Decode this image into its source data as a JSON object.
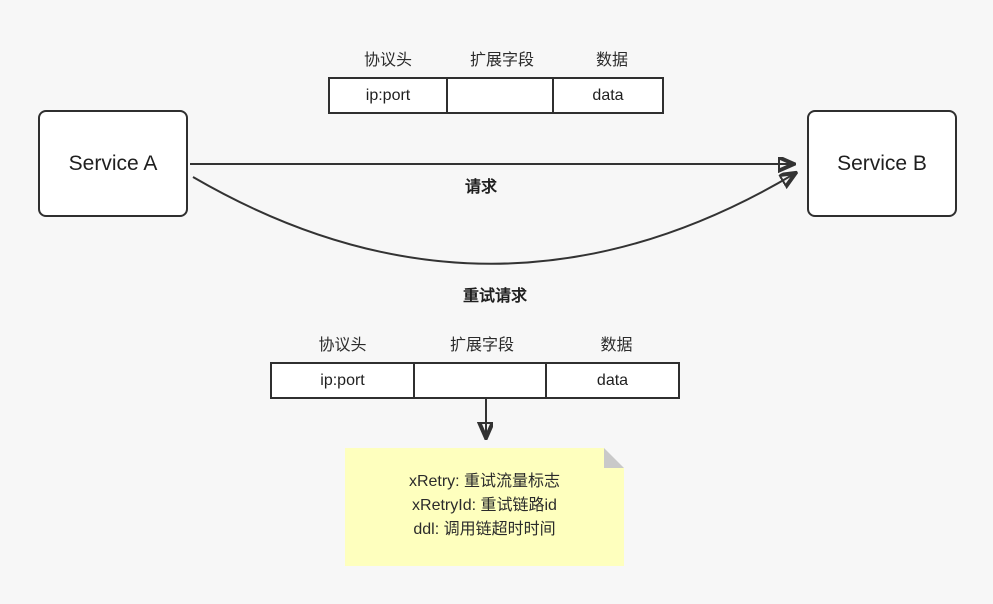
{
  "canvas": {
    "bg": "#f7f7f7",
    "stroke": "#333333"
  },
  "service_a": {
    "label": "Service A"
  },
  "service_b": {
    "label": "Service B"
  },
  "arrows": {
    "request": {
      "label": "请求"
    },
    "retry": {
      "label": "重试请求"
    }
  },
  "packet_top": {
    "labels": [
      "协议头",
      "扩展字段",
      "数据"
    ],
    "cells": [
      "ip:port",
      "",
      "data"
    ]
  },
  "packet_bottom": {
    "labels": [
      "协议头",
      "扩展字段",
      "数据"
    ],
    "cells": [
      "ip:port",
      "",
      "data"
    ]
  },
  "note": {
    "bg": "#feffbe",
    "lines": [
      "xRetry: 重试流量标志",
      "xRetryId: 重试链路id",
      "ddl: 调用链超时时间"
    ]
  }
}
